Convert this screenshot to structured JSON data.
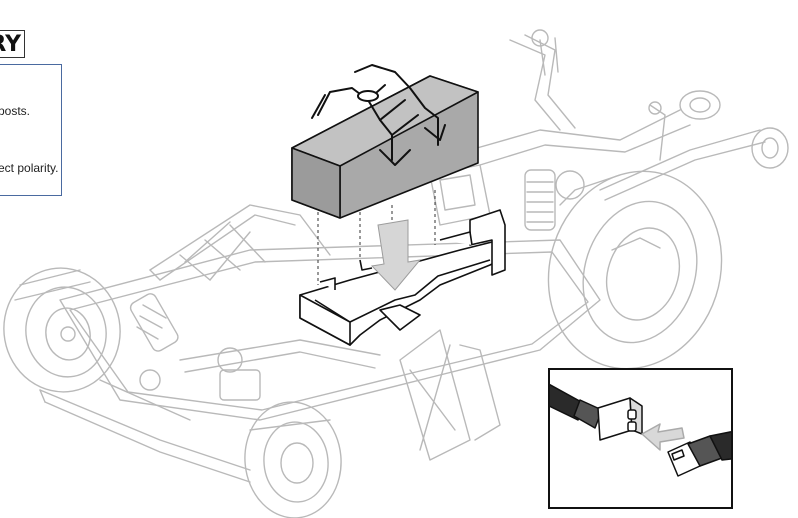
{
  "header": {
    "title_fragment": "RY"
  },
  "instructions": {
    "line1": ".",
    "line2": "posts.",
    "line3": "ect polarity."
  },
  "colors": {
    "outline": "#b9b9b9",
    "battery": "#a9a9a9",
    "ink": "#222222",
    "box_border": "#4a6aa0"
  },
  "illustration": {
    "subject": "rc-vehicle-chassis-battery-install",
    "inset_subject": "battery-connector-plugging"
  }
}
